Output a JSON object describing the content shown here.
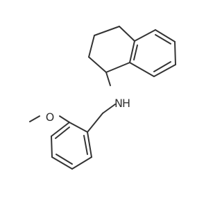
{
  "molecule": {
    "atom_labels": {
      "oxygen": "O",
      "nitrogen": "N",
      "hydrogen": "H"
    },
    "colors": {
      "background": "#ffffff",
      "bond": "#333333",
      "text": "#333333"
    }
  }
}
